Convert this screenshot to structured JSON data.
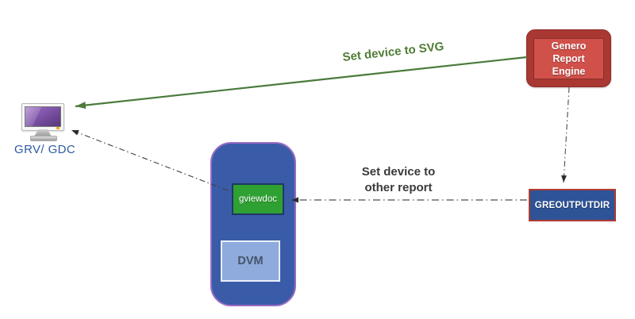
{
  "nodes": {
    "client": {
      "label": "GRV/ GDC",
      "icon": "monitor-icon"
    },
    "report_engine": {
      "label": "Genero Report Engine"
    },
    "outputdir": {
      "label": "GREOUTPUTDIR"
    },
    "gviewdoc": {
      "label": "gviewdoc"
    },
    "dvm": {
      "label": "DVM"
    }
  },
  "edges": {
    "set_device_svg": {
      "label": "Set device to SVG",
      "style": "solid",
      "color": "#4a7b3c",
      "from": "report_engine",
      "to": "client"
    },
    "engine_to_outputdir": {
      "style": "dash-dot",
      "color": "#3f3f3f",
      "from": "report_engine",
      "to": "outputdir"
    },
    "outputdir_to_gviewdoc": {
      "label": "Set device to other report",
      "style": "dash-dot",
      "color": "#3f3f3f",
      "from": "outputdir",
      "to": "gviewdoc"
    },
    "gviewdoc_to_client": {
      "style": "dash-dot",
      "color": "#3f3f3f",
      "from": "gviewdoc",
      "to": "client"
    }
  },
  "colors": {
    "engine_outer": "#a93832",
    "engine_inner": "#d0504a",
    "engine_border": "#8e2d28",
    "outputdir_fill": "#2e5396",
    "outputdir_border": "#ae3b32",
    "container_fill": "#3a5ca8",
    "container_border": "#9a6bc4",
    "gviewdoc_fill": "#2fa133",
    "gviewdoc_border": "#1f3864",
    "dvm_fill": "#8faadc",
    "dvm_text": "#44546a",
    "monitor_screen": "#7e52a8",
    "client_label_text": "#2e5b9f",
    "green_arrow": "#4a7b3c",
    "green_label_text": "#4e7c33",
    "gray_arrow": "#3f3f3f",
    "gray_label_text": "#3a3a3a"
  }
}
